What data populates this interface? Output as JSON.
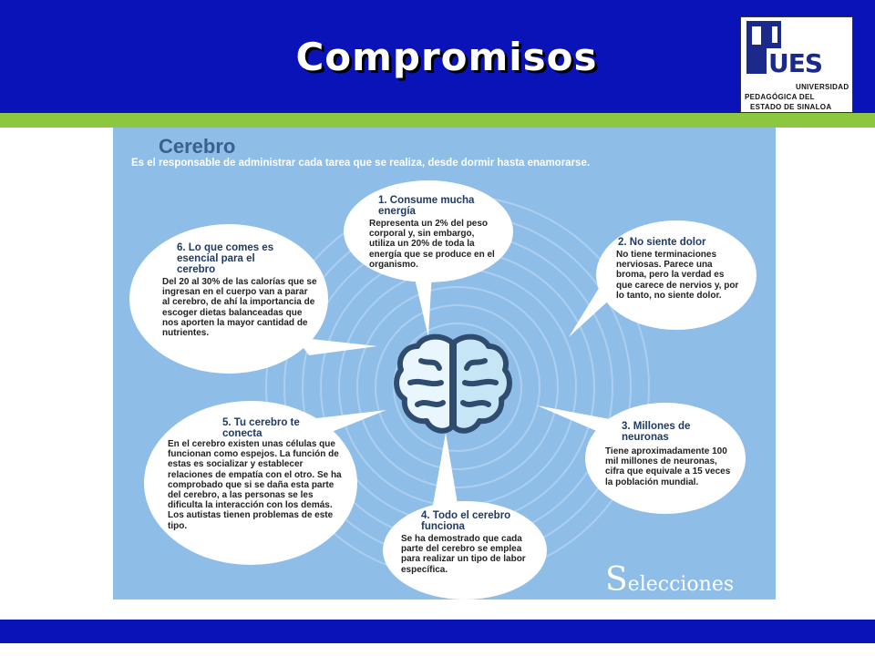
{
  "slide": {
    "title": "Compromisos"
  },
  "logo": {
    "letters": "UES",
    "line1": "UNIVERSIDAD",
    "line2": "PEDAGÓGICA DEL",
    "line3": "ESTADO DE SINALOA"
  },
  "infographic": {
    "title": "Cerebro",
    "subtitle": "Es el responsable de administrar cada tarea que se realiza, desde dormir hasta enamorarse.",
    "items": [
      {
        "title": "1. Consume mucha energía",
        "body": "Representa un 2% del peso corporal y, sin embargo, utiliza un 20% de toda la energía que se produce en el organismo."
      },
      {
        "title": "2. No siente dolor",
        "body": "No tiene terminaciones nerviosas. Parece una broma, pero la verdad es que carece de nervios y, por lo tanto, no siente dolor."
      },
      {
        "title": "3. Millones de neuronas",
        "body": "Tiene aproximadamente 100 mil millones de neuronas, cifra que equivale a 15 veces la población mundial."
      },
      {
        "title": "4. Todo el cerebro funciona",
        "body": "Se ha demostrado que cada parte del cerebro se emplea para realizar un tipo de labor específica."
      },
      {
        "title": "5. Tu cerebro te conecta",
        "body": "En el cerebro existen unas células que funcionan como espejos. La función de estas es socializar y establecer relaciones de empatía con el otro. Se ha comprobado que si se daña esta parte del cerebro, a las personas se les dificulta la interacción con los demás. Los autistas tienen problemas de este tipo."
      },
      {
        "title": "6. Lo que comes es esencial para el cerebro",
        "body": "Del 20 al 30% de las calorías que se ingresan en el cuerpo van a parar al cerebro, de ahí la importancia de escoger dietas balanceadas que nos aporten la mayor cantidad de nutrientes."
      }
    ],
    "brand": {
      "initial": "S",
      "rest": "elecciones"
    }
  },
  "colors": {
    "header": "#0a13b8",
    "band": "#8dc63f",
    "infographic_bg": "#8ebde8",
    "bubble": "#ffffff",
    "brain": "#2f4b6e"
  },
  "icons": {
    "center": "brain-icon"
  }
}
